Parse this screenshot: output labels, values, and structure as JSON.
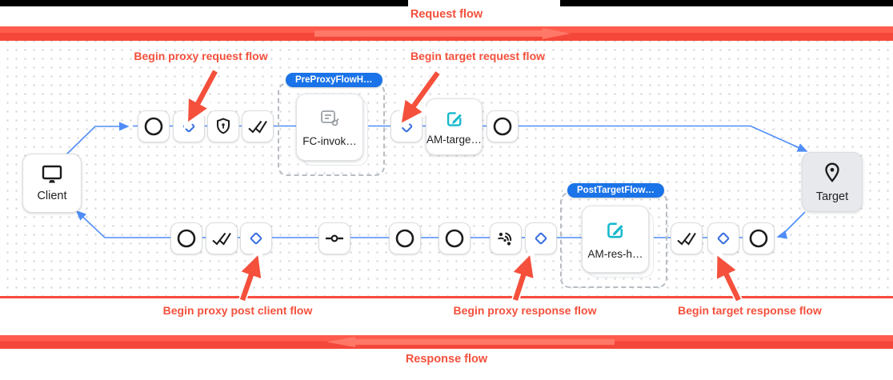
{
  "colors": {
    "annotation_red": "#f4503c",
    "banner_red": "#f4473a",
    "banner_red_light": "#ff7a69",
    "flow_line_blue": "#4e8df7",
    "diamond_blue": "#3b6fe0",
    "badge_blue": "#1a73e8",
    "policy_teal": "#17b8cd",
    "policy_gray_icon": "#9aa0a6",
    "node_border": "#dadce0",
    "target_fill": "#e7e9ec",
    "grid_dot": "#cfd3d8"
  },
  "banners": {
    "request_label": "Request flow",
    "response_label": "Response flow"
  },
  "annotations": {
    "begin_proxy_request": "Begin proxy request flow",
    "begin_target_request": "Begin target request flow",
    "begin_proxy_post_client": "Begin proxy post client flow",
    "begin_proxy_response": "Begin proxy response flow",
    "begin_target_response": "Begin target response flow"
  },
  "labels": {
    "client": "Client",
    "target": "Target",
    "pre_proxy_badge": "PreProxyFlowH…",
    "post_target_badge": "PostTargetFlow…",
    "fc_policy": "FC-invok…",
    "am_target_policy": "AM-targe…",
    "am_res_policy": "AM-res-h…"
  },
  "flows": {
    "request_sequence": [
      {
        "node": "client",
        "icon": "monitor-icon"
      },
      {
        "node": "step",
        "icon": "circle-icon"
      },
      {
        "node": "step",
        "icon": "diamond-icon",
        "annotation": "Begin proxy request flow"
      },
      {
        "node": "step",
        "icon": "shield-auth-icon"
      },
      {
        "node": "step",
        "icon": "double-check-icon"
      },
      {
        "node": "group",
        "badge": "PreProxyFlowH…",
        "policy": "FC-invok…",
        "icon": "flow-callout-icon"
      },
      {
        "node": "step",
        "icon": "diamond-icon",
        "annotation": "Begin target request flow"
      },
      {
        "node": "policy",
        "policy": "AM-targe…",
        "icon": "assign-message-icon"
      },
      {
        "node": "step",
        "icon": "circle-icon"
      },
      {
        "node": "target",
        "icon": "location-pin-icon"
      }
    ],
    "response_sequence": [
      {
        "node": "target",
        "icon": "location-pin-icon"
      },
      {
        "node": "step",
        "icon": "circle-icon"
      },
      {
        "node": "step",
        "icon": "diamond-icon",
        "annotation": "Begin target response flow"
      },
      {
        "node": "step",
        "icon": "double-check-icon"
      },
      {
        "node": "group",
        "badge": "PostTargetFlow…",
        "policy": "AM-res-h…",
        "icon": "assign-message-icon"
      },
      {
        "node": "step",
        "icon": "diamond-icon",
        "annotation": "Begin proxy response flow"
      },
      {
        "node": "step",
        "icon": "sensors-icon"
      },
      {
        "node": "step",
        "icon": "circle-icon"
      },
      {
        "node": "step",
        "icon": "circle-icon"
      },
      {
        "node": "step",
        "icon": "route-icon"
      },
      {
        "node": "step",
        "icon": "diamond-icon",
        "annotation": "Begin proxy post client flow"
      },
      {
        "node": "step",
        "icon": "double-check-icon"
      },
      {
        "node": "step",
        "icon": "circle-icon"
      },
      {
        "node": "client",
        "icon": "monitor-icon"
      }
    ]
  }
}
